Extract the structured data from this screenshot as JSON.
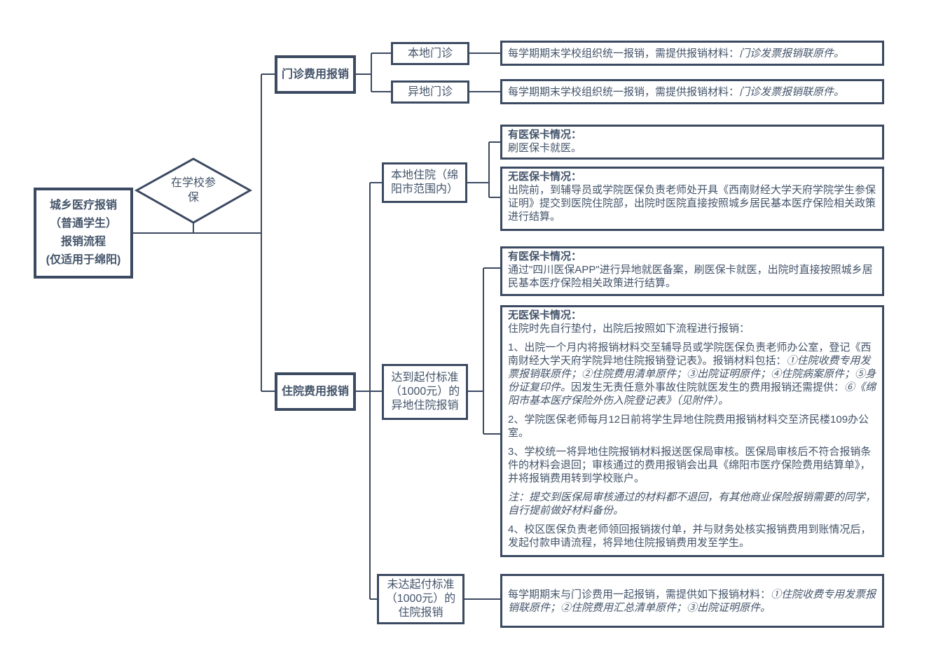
{
  "palette": {
    "line": "#3b4961",
    "text": "#44546a",
    "background": "#ffffff"
  },
  "nodes": {
    "root_lines": [
      "城乡医疗报销",
      "（普通学生）",
      "报销流程",
      "(仅适用于绵阳)"
    ],
    "decision": "在学校参保",
    "outpatient": "门诊费用报销",
    "inpatient": "住院费用报销",
    "local_outpatient": "本地门诊",
    "remote_outpatient": "异地门诊",
    "local_inpatient": "本地住院（绵阳市范围内）",
    "remote_inpatient_above": "达到起付标准（1000元）的异地住院报销",
    "inpatient_below": "未达起付标准（1000元）的住院报销"
  },
  "results": {
    "outpatient_local": {
      "paragraphs": [
        [
          {
            "t": "每学期期末学校组织统一报销，需提供报销材料："
          },
          {
            "t": "门诊发票报销联原件。",
            "s": "kai"
          }
        ]
      ]
    },
    "outpatient_remote": {
      "paragraphs": [
        [
          {
            "t": "每学期期末学校组织统一报销，需提供报销材料："
          },
          {
            "t": "门诊发票报销联原件。",
            "s": "kai"
          }
        ]
      ]
    },
    "local_with_card": {
      "header": "有医保卡情况：",
      "paragraphs": [
        [
          {
            "t": "刷医保卡就医。"
          }
        ]
      ]
    },
    "local_without_card": {
      "header": "无医保卡情况：",
      "paragraphs": [
        [
          {
            "t": "出院前，到辅导员或学院医保负责老师处开具《西南财经大学天府学院学生参保证明》提交到医院住院部，出院时医院直接按照城乡居民基本医疗保险相关政策进行结算。"
          }
        ]
      ]
    },
    "remote_with_card": {
      "header": "有医保卡情况：",
      "paragraphs": [
        [
          {
            "t": "通过\"四川医保APP\"进行异地就医备案，刷医保卡就医，出院时直接按照城乡居民基本医疗保险相关政策进行结算。"
          }
        ]
      ]
    },
    "remote_without_card": {
      "header": "无医保卡情况：",
      "paragraphs": [
        [
          {
            "t": "住院时先自行垫付，出院后按照如下流程进行报销："
          }
        ],
        [
          {
            "t": "1、出院一个月内将报销材料交至辅导员或学院医保负责老师办公室，登记《西南财经大学天府学院异地住院报销登记表》。报销材料包括："
          },
          {
            "t": "①住院收费专用发票报销联原件；②住院费用清单原件；③出院证明原件；④住院病案原件；⑤身份证复印件。",
            "s": "kai"
          },
          {
            "t": "因发生无责任意外事故住院就医发生的费用报销还需提供："
          },
          {
            "t": "⑥《绵阳市基本医疗保险外伤入院登记表》（见附件）。",
            "s": "kai"
          }
        ],
        [
          {
            "t": "2、学院医保老师每月12日前将学生异地住院费用报销材料交至济民楼109办公室。"
          }
        ],
        [
          {
            "t": "3、学校统一将异地住院报销材料报送医保局审核。医保局审核后不符合报销条件的材料会退回；审核通过的费用报销会出具《绵阳市医疗保险费用结算单》，并将报销费用转到学校账户。"
          }
        ],
        [
          {
            "t": "注：提交到医保局审核通过的材料都不退回，有其他商业保险报销需要的同学，自行提前做好材料备份。",
            "s": "kai"
          }
        ],
        [
          {
            "t": "4、校区医保负责老师领回报销拨付单，并与财务处核实报销费用到账情况后，发起付款申请流程，将异地住院报销费用发至学生。"
          }
        ]
      ]
    },
    "below_threshold": {
      "paragraphs": [
        [
          {
            "t": "每学期期末与门诊费用一起报销，需提供如下报销材料："
          },
          {
            "t": "①住院收费专用发票报销联原件；②住院费用汇总清单原件；③出院证明原件。",
            "s": "kai"
          }
        ]
      ]
    }
  }
}
